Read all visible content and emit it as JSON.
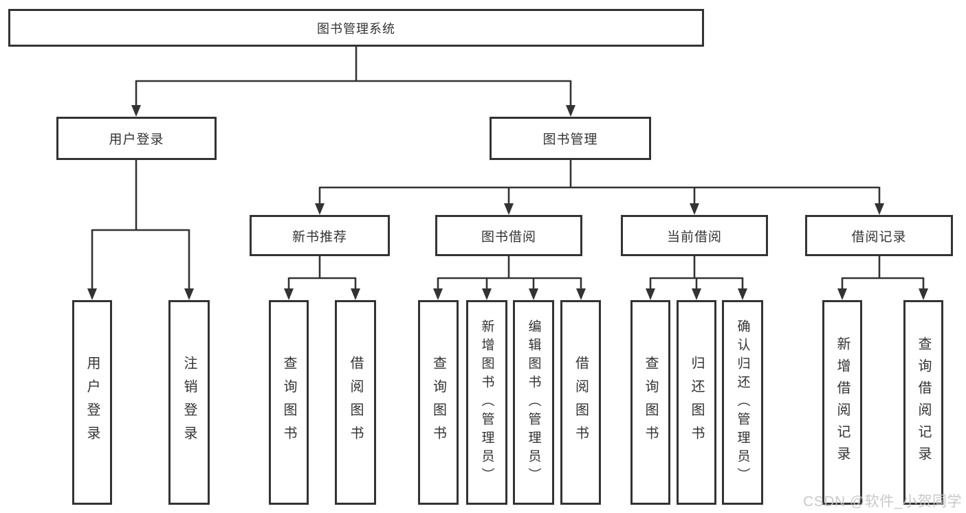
{
  "diagram": {
    "root": {
      "label": "图书管理系统"
    },
    "level2": {
      "user_login": {
        "label": "用户登录"
      },
      "book_management": {
        "label": "图书管理"
      }
    },
    "level3": {
      "new_book_recommend": {
        "label": "新书推荐"
      },
      "book_borrow": {
        "label": "图书借阅"
      },
      "current_borrow": {
        "label": "当前借阅"
      },
      "borrow_record": {
        "label": "借阅记录"
      }
    },
    "leaves": {
      "user_login": [
        "用户登录",
        "注销登录"
      ],
      "new_book_recommend": [
        "查询图书",
        "借阅图书"
      ],
      "book_borrow": [
        "查询图书",
        "新增图书（管理员）",
        "编辑图书（管理员）",
        "借阅图书"
      ],
      "current_borrow": [
        "查询图书",
        "归还图书",
        "确认归还（管理员）"
      ],
      "borrow_record": [
        "新增借阅记录",
        "查询借阅记录"
      ]
    }
  },
  "watermark": {
    "text": "CSDN @软件_小贺同学"
  },
  "colors": {
    "border": "#333333",
    "line": "#333333",
    "text": "#333333",
    "watermark": "#c3c3c3",
    "background": "#ffffff"
  }
}
